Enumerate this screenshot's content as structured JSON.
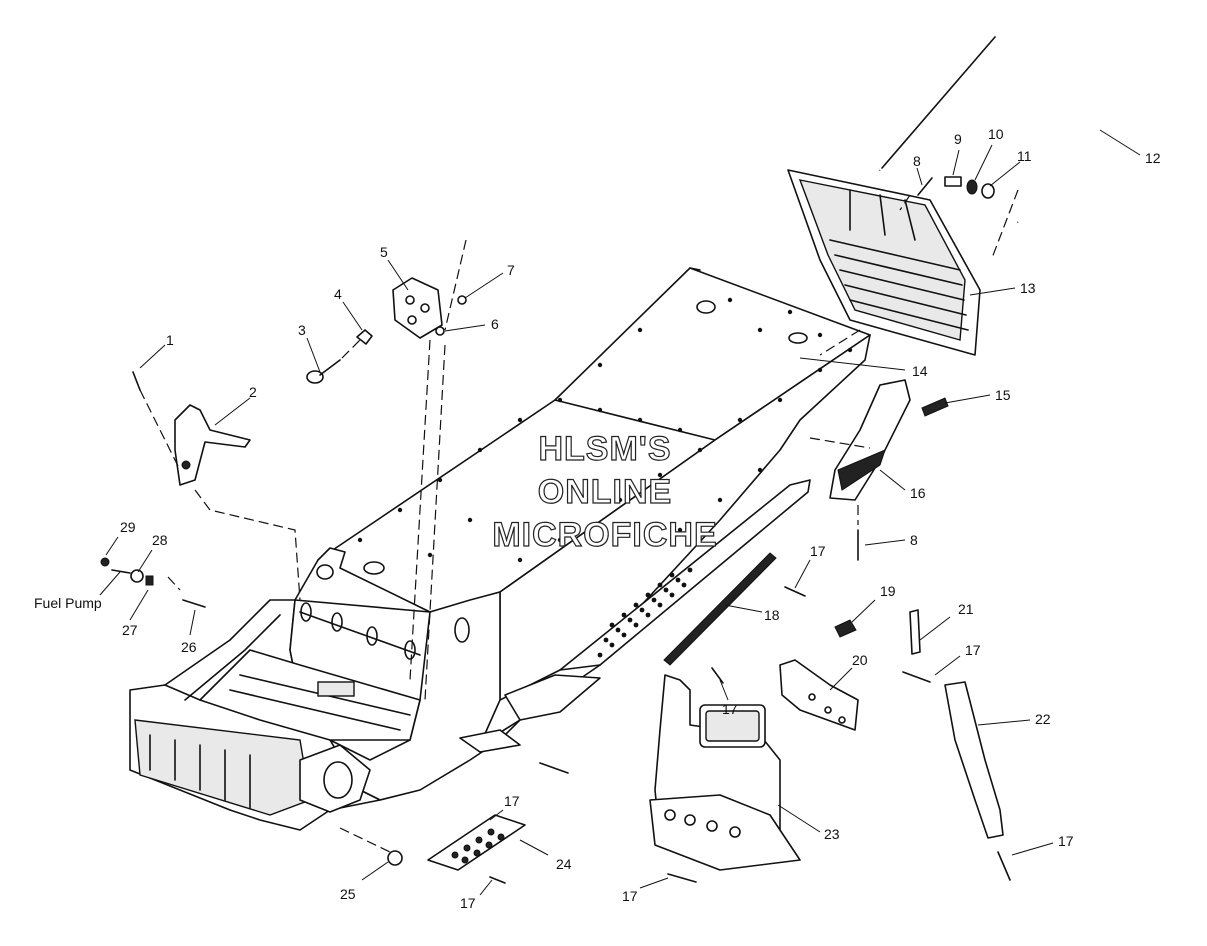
{
  "watermark": {
    "line1": "HLSM'S",
    "line2": "ONLINE",
    "line3": "MICROFICHE"
  },
  "labels": {
    "fuel_pump": "Fuel Pump"
  },
  "callouts": [
    {
      "id": "c1",
      "text": "1"
    },
    {
      "id": "c2",
      "text": "2"
    },
    {
      "id": "c3",
      "text": "3"
    },
    {
      "id": "c4",
      "text": "4"
    },
    {
      "id": "c5",
      "text": "5"
    },
    {
      "id": "c6",
      "text": "6"
    },
    {
      "id": "c7",
      "text": "7"
    },
    {
      "id": "c8a",
      "text": "8"
    },
    {
      "id": "c8b",
      "text": "8"
    },
    {
      "id": "c9",
      "text": "9"
    },
    {
      "id": "c10",
      "text": "10"
    },
    {
      "id": "c11",
      "text": "11"
    },
    {
      "id": "c12",
      "text": "12"
    },
    {
      "id": "c13",
      "text": "13"
    },
    {
      "id": "c14",
      "text": "14"
    },
    {
      "id": "c15",
      "text": "15"
    },
    {
      "id": "c16",
      "text": "16"
    },
    {
      "id": "c17a",
      "text": "17"
    },
    {
      "id": "c17b",
      "text": "17"
    },
    {
      "id": "c17c",
      "text": "17"
    },
    {
      "id": "c17d",
      "text": "17"
    },
    {
      "id": "c17e",
      "text": "17"
    },
    {
      "id": "c17f",
      "text": "17"
    },
    {
      "id": "c17g",
      "text": "17"
    },
    {
      "id": "c18",
      "text": "18"
    },
    {
      "id": "c19",
      "text": "19"
    },
    {
      "id": "c20",
      "text": "20"
    },
    {
      "id": "c21",
      "text": "21"
    },
    {
      "id": "c22",
      "text": "22"
    },
    {
      "id": "c23",
      "text": "23"
    },
    {
      "id": "c24",
      "text": "24"
    },
    {
      "id": "c25",
      "text": "25"
    },
    {
      "id": "c26",
      "text": "26"
    },
    {
      "id": "c27",
      "text": "27"
    },
    {
      "id": "c28",
      "text": "28"
    },
    {
      "id": "c29",
      "text": "29"
    }
  ]
}
